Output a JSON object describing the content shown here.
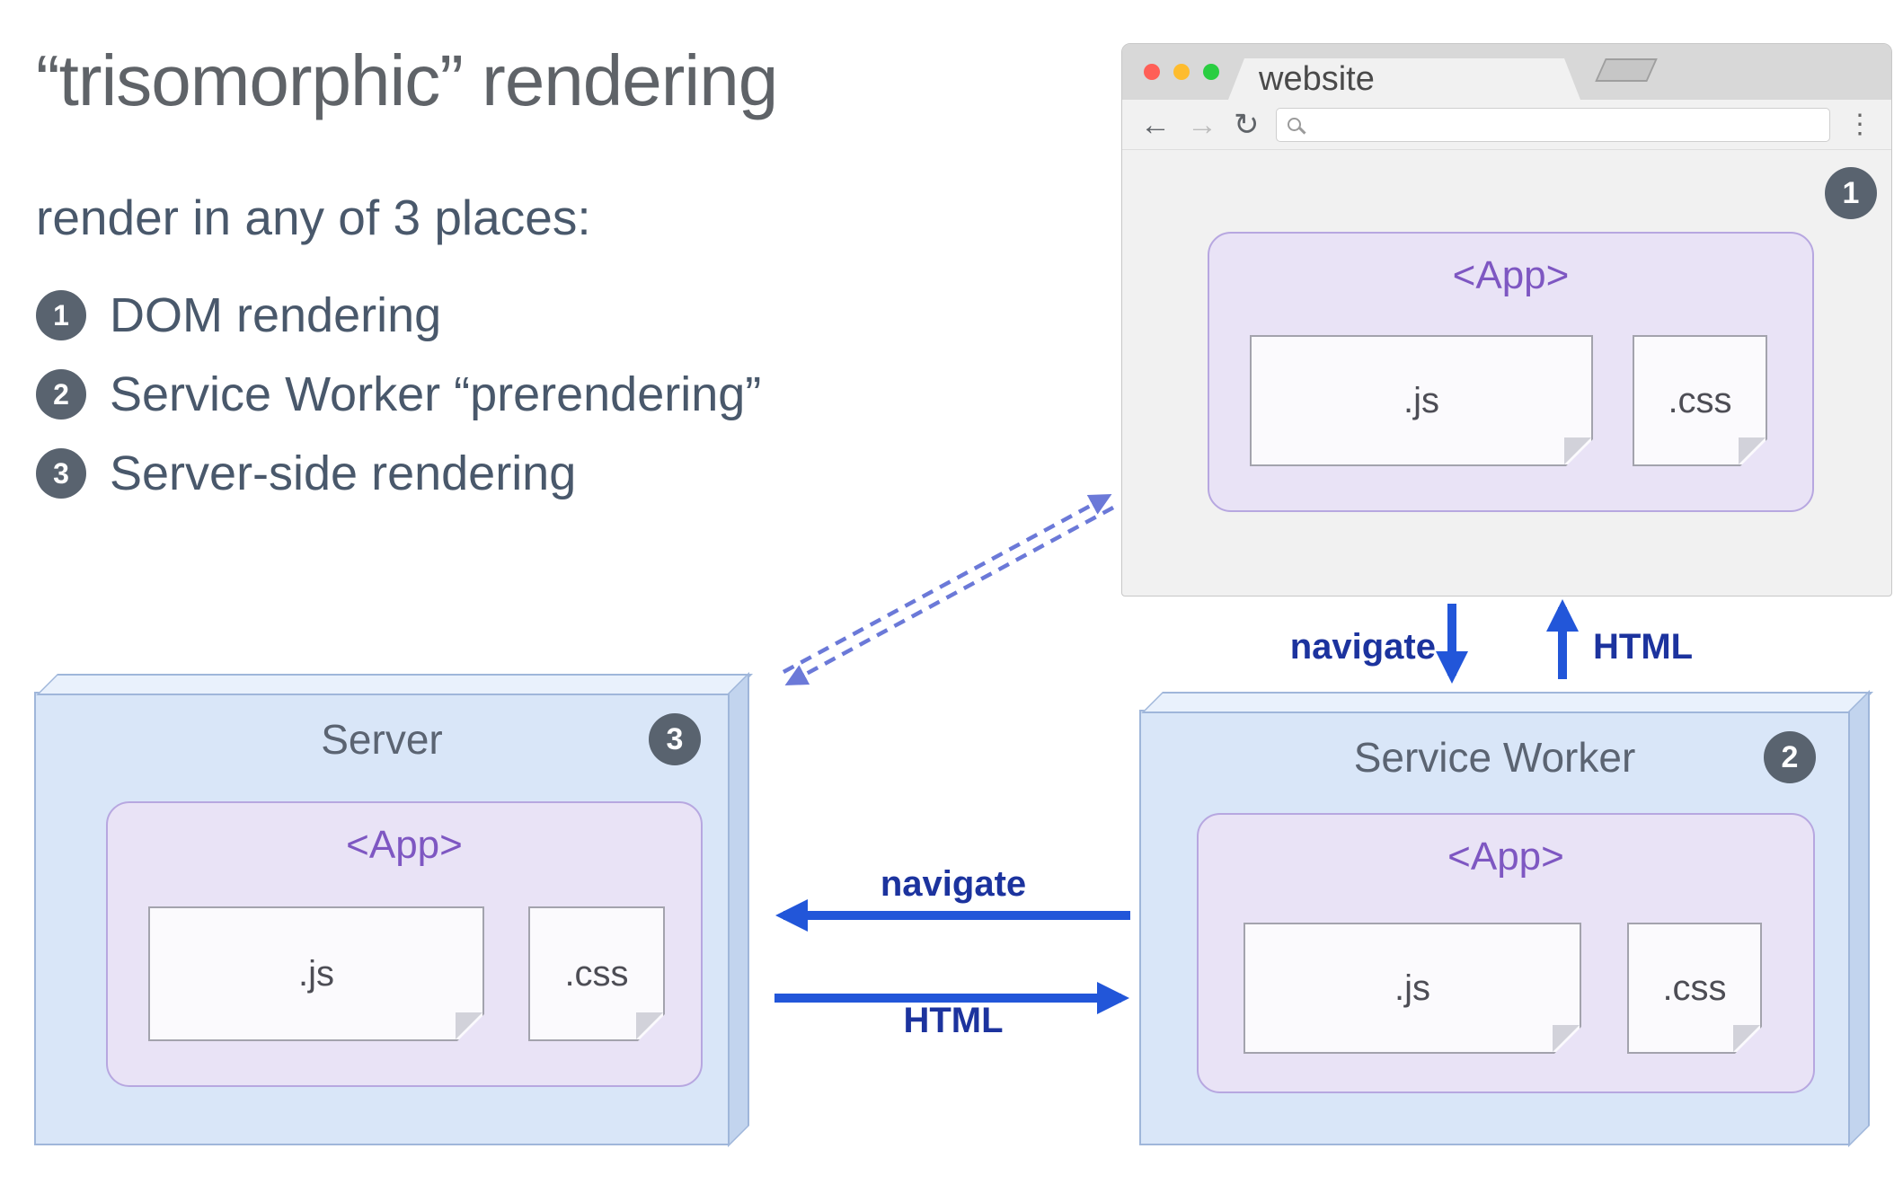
{
  "title": "“trisomorphic” rendering",
  "subtitle": "render in any of 3 places:",
  "legend": {
    "items": [
      {
        "number": "1",
        "label": "DOM rendering"
      },
      {
        "number": "2",
        "label": "Service Worker “prerendering”"
      },
      {
        "number": "3",
        "label": "Server-side rendering"
      }
    ]
  },
  "browser": {
    "tab_title": "website",
    "badge": "1",
    "nav": {
      "back": "←",
      "forward": "→",
      "reload": "↻",
      "menu": "⋮"
    },
    "app": {
      "label": "<App>",
      "js_file": ".js",
      "css_file": ".css"
    }
  },
  "server": {
    "label": "Server",
    "badge": "3",
    "app": {
      "label": "<App>",
      "js_file": ".js",
      "css_file": ".css"
    }
  },
  "service_worker": {
    "label": "Service Worker",
    "badge": "2",
    "app": {
      "label": "<App>",
      "js_file": ".js",
      "css_file": ".css"
    }
  },
  "arrows": {
    "navigate_down": "navigate",
    "html_up": "HTML",
    "navigate_left": "navigate",
    "html_right": "HTML"
  },
  "colors": {
    "arrow_blue": "#2256d9",
    "arrow_label": "#1c339e",
    "dash_blue": "#6b79d8",
    "badge_bg": "#59636f",
    "box_fill": "#d9e6f8",
    "box_top": "#e9f1fc",
    "box_side": "#c2d4ee",
    "box_border": "#9fb6da",
    "app_fill": "#e9e3f6",
    "app_border": "#b7a7e0",
    "app_text": "#7e57c2",
    "title_gray": "#5f6368",
    "text_slate": "#49586b",
    "traffic_red": "#ff5f57",
    "traffic_yellow": "#febc2e",
    "traffic_green": "#2ace41"
  }
}
